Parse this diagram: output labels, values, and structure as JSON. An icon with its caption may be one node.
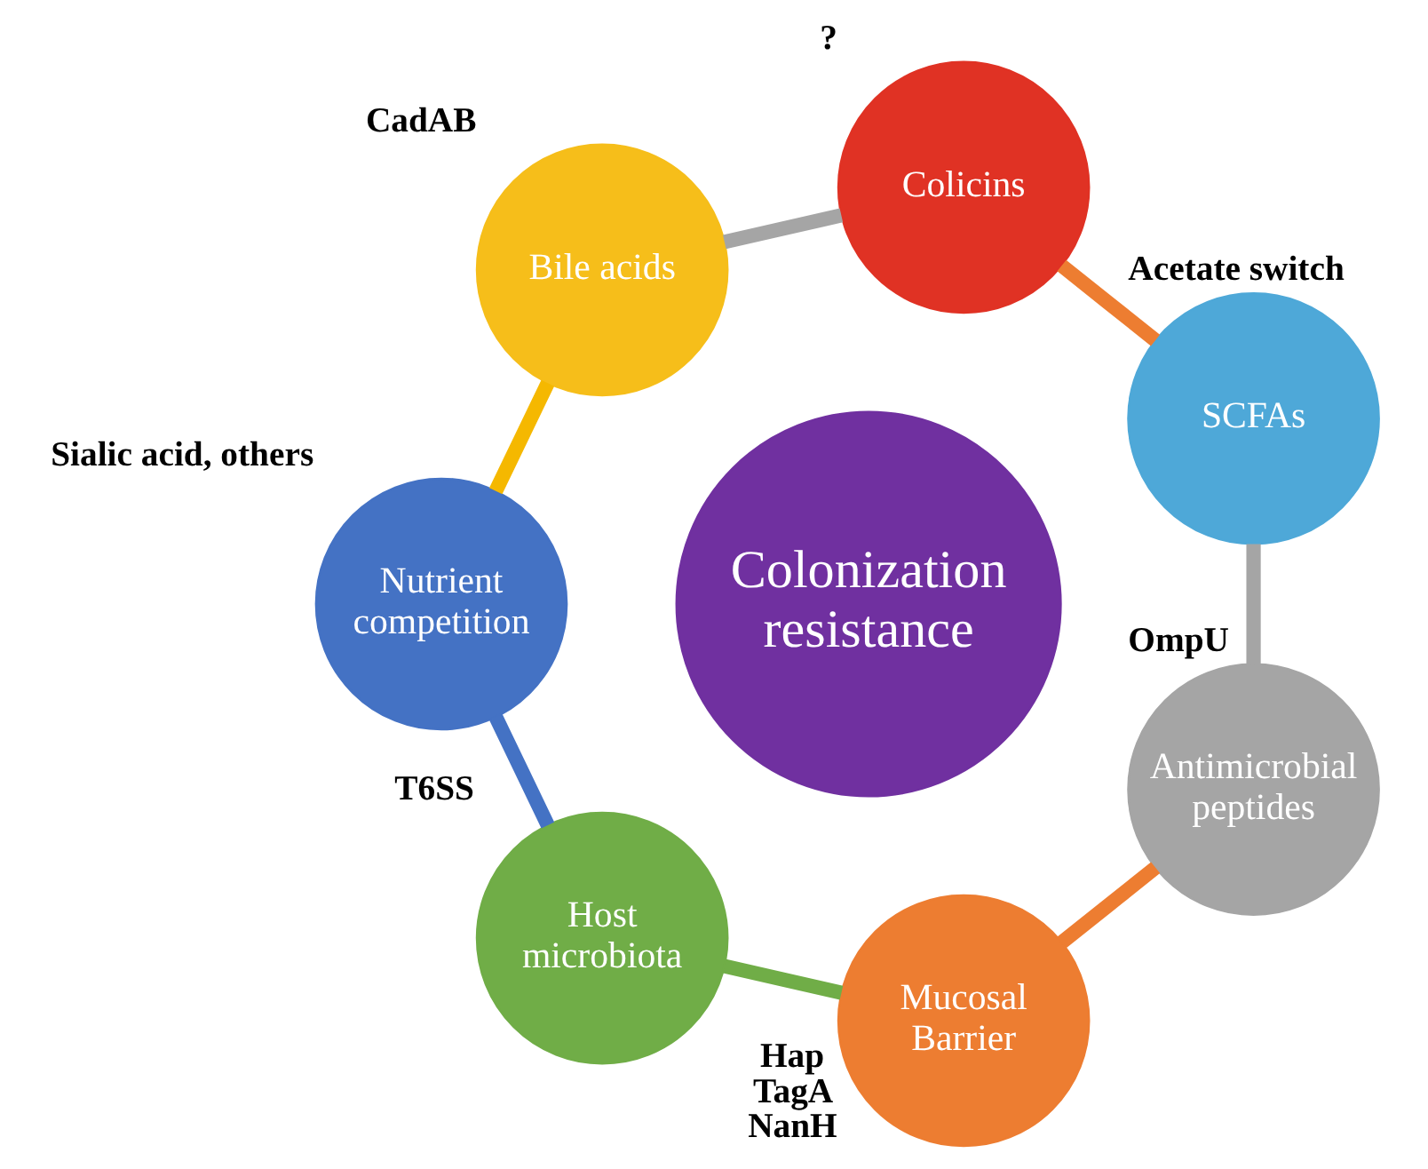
{
  "diagram": {
    "nodes": [
      {
        "text": [
          "SCFAs"
        ],
        "beside": [
          "Acetate switch"
        ]
      },
      {
        "text": [
          "Colicins"
        ],
        "beside": [
          "?"
        ]
      },
      {
        "text": [
          "Bile acids"
        ],
        "beside": [
          "CadAB"
        ]
      },
      {
        "text": [
          "Nutrient competition"
        ],
        "beside": [
          "Sialic acid, others"
        ]
      },
      {
        "text": [
          "Host microbiota"
        ],
        "beside": [
          "T6SS"
        ]
      },
      {
        "text": [
          "Mucosal Barrier"
        ],
        "beside": [
          "Hap",
          "TagA",
          "NanH"
        ]
      },
      {
        "text": [
          "Antimicrobial peptides"
        ],
        "beside": [
          "OmpU"
        ]
      },
      {
        "text": [
          "Colonization resistance"
        ]
      }
    ],
    "edges": [
      {
        "from": 0,
        "to": 1,
        "arrow": "none",
        "color": "#ed7d31"
      },
      {
        "from": 1,
        "to": 2,
        "arrow": "none",
        "color": "#a5a5a5"
      },
      {
        "from": 2,
        "to": 3,
        "arrow": "none",
        "color": "#f5b800"
      },
      {
        "from": 3,
        "to": 4,
        "arrow": "none",
        "color": "#4472c4"
      },
      {
        "from": 4,
        "to": 5,
        "arrow": "none",
        "color": "#70ad47"
      },
      {
        "from": 5,
        "to": 6,
        "arrow": "none",
        "color": "#ed7d31"
      },
      {
        "from": 6,
        "to": 0,
        "arrow": "none",
        "color": "#a5a5a5"
      }
    ]
  }
}
